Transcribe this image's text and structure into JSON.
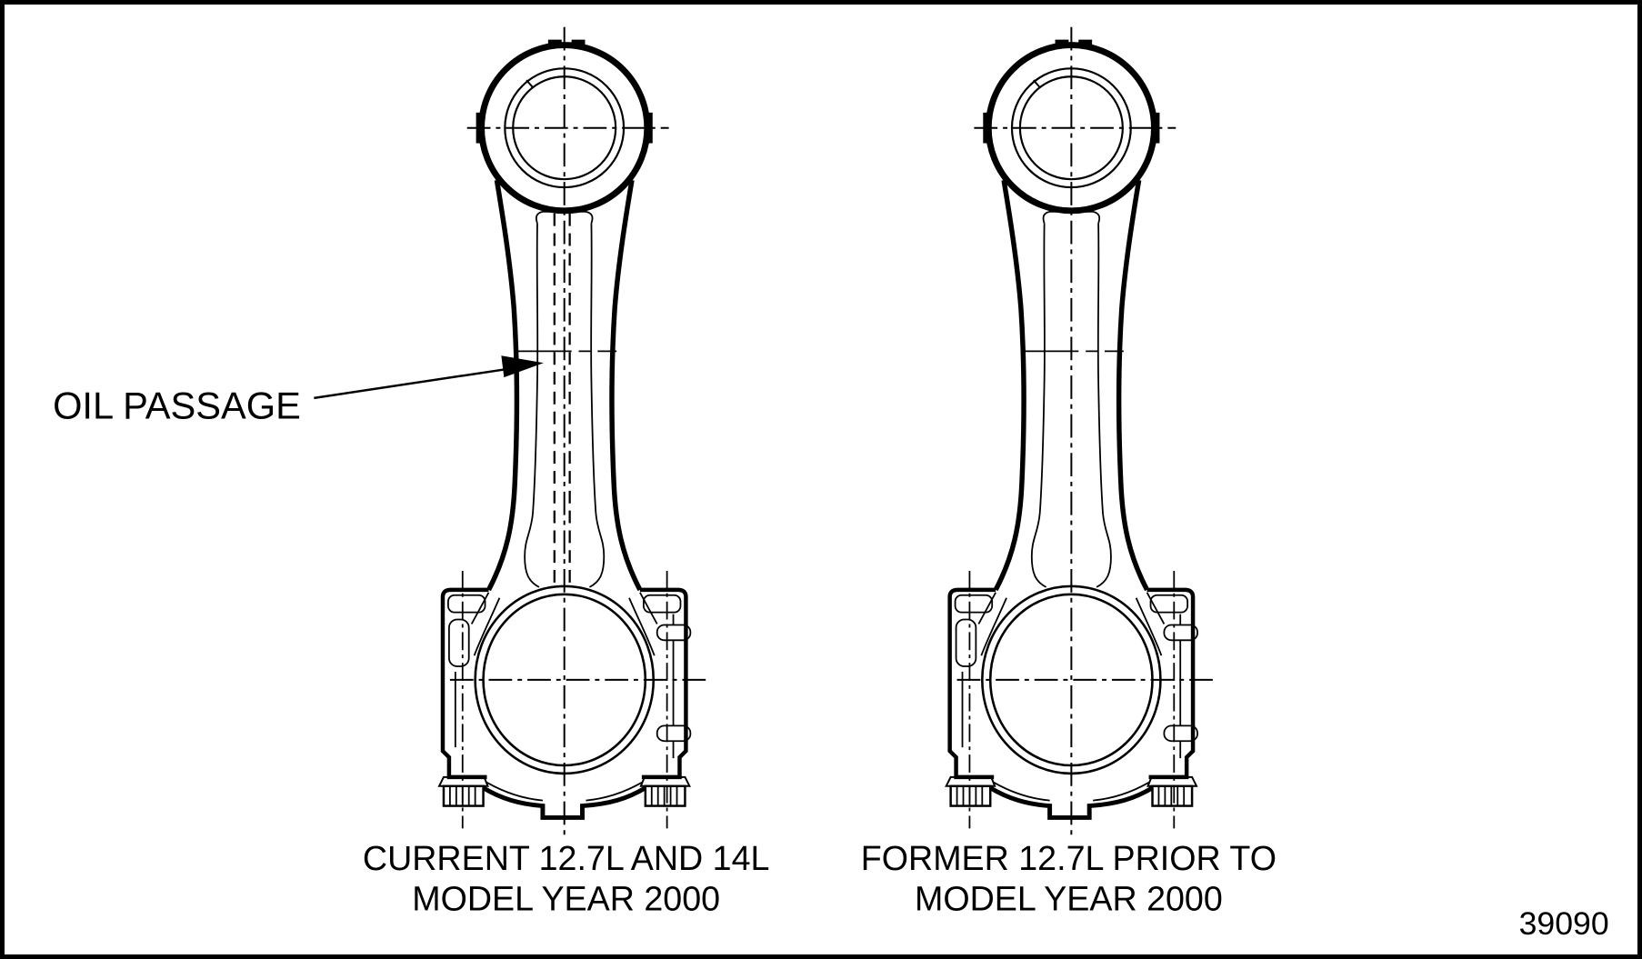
{
  "figure": {
    "annotation": {
      "oil_passage_label": "OIL PASSAGE"
    },
    "captions": {
      "left": {
        "line1": "CURRENT 12.7L AND 14L",
        "line2": "MODEL YEAR 2000"
      },
      "right": {
        "line1": "FORMER 12.7L PRIOR TO",
        "line2": "MODEL YEAR 2000"
      }
    },
    "figure_number": "39090",
    "colors": {
      "line": "#000000",
      "background": "#ffffff"
    }
  }
}
